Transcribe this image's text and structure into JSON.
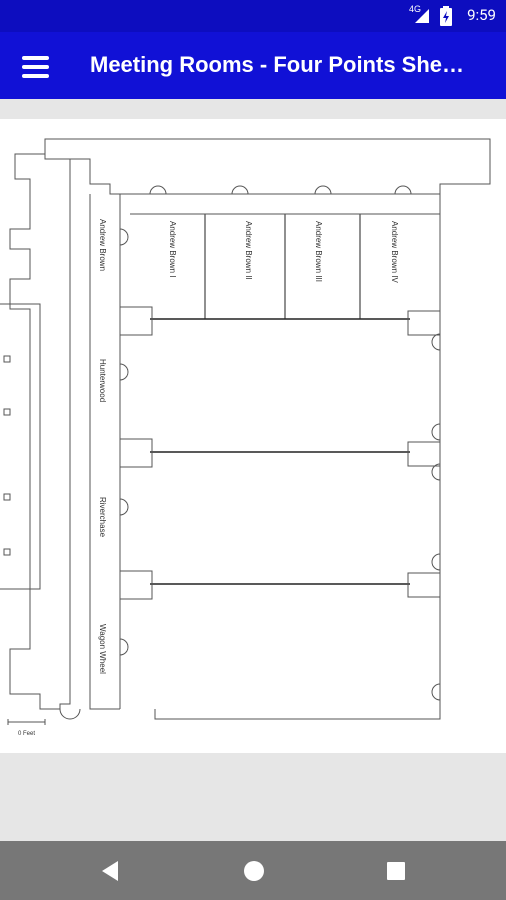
{
  "status_bar": {
    "network": "4G",
    "time": "9:59"
  },
  "app_bar": {
    "title": "Meeting Rooms - Four Points She…",
    "menu_icon": "menu-icon"
  },
  "floor_plan": {
    "corridor_label": "Andrew Brown",
    "rooms": [
      {
        "name": "Andrew Brown I"
      },
      {
        "name": "Andrew Brown II"
      },
      {
        "name": "Andrew Brown III"
      },
      {
        "name": "Andrew Brown IV"
      },
      {
        "name": "Hunterwood"
      },
      {
        "name": "Riverchase"
      },
      {
        "name": "Wagon Wheel"
      }
    ],
    "scale_label": "0 Feet"
  },
  "nav_bar": {
    "back_icon": "back-icon",
    "home_icon": "home-icon",
    "recents_icon": "recents-icon"
  }
}
